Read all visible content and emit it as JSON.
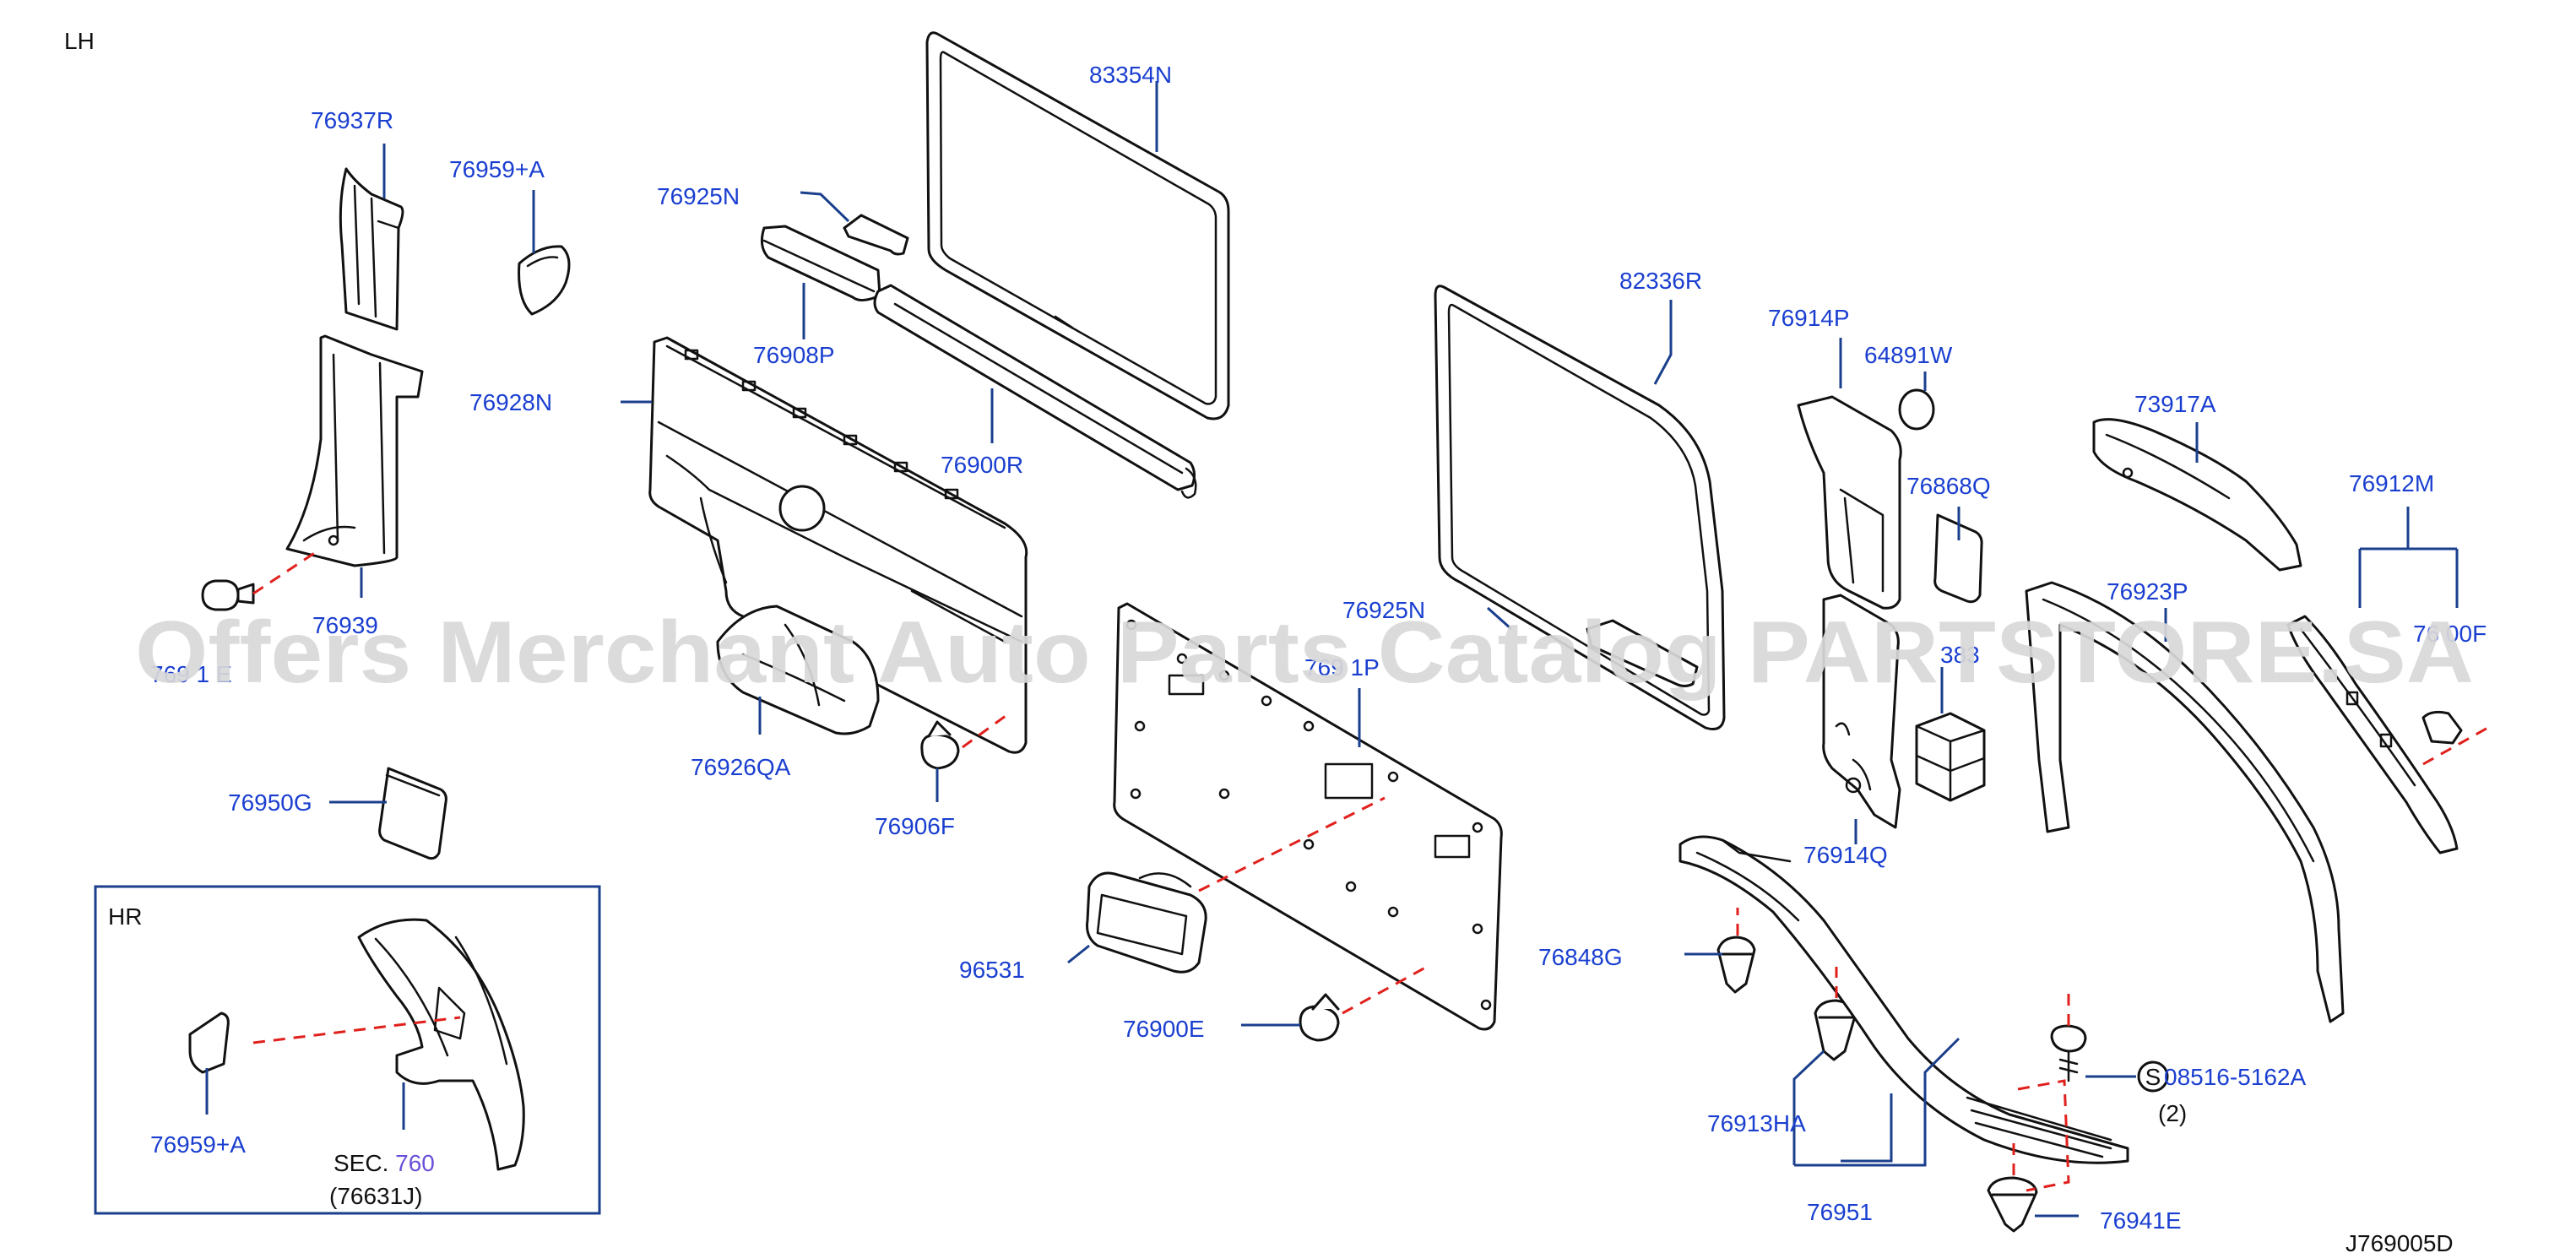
{
  "diagram_code": "J769005D",
  "section_lh": "LH",
  "section_hr": "HR",
  "sec_prefix": "SEC.",
  "sec_number": "760",
  "sec_ref": "(76631J)",
  "fastener_symbol": "S",
  "fastener_qty": "(2)",
  "watermark": "Offers Merchant Auto Parts Catalog PARTSTORE.SA",
  "colors": {
    "label": "#1a3fd0",
    "leader": "#1a3f8c",
    "dashed": "#e0201c",
    "sec_number": "#6a4fd8",
    "watermark": "#d9d9d9"
  },
  "labels": {
    "p76937R": "76937R",
    "p76959A": "76959+A",
    "p76925N_a": "76925N",
    "p83354N": "83354N",
    "p76908P": "76908P",
    "p76928N": "76928N",
    "p76900R": "76900R",
    "p82336R": "82336R",
    "p76914P": "76914P",
    "p64891W": "64891W",
    "p73917A": "73917A",
    "p76868Q": "76868Q",
    "p76912M": "76912M",
    "p76939": "76939",
    "p769x1E": "769 1 E",
    "p76925N_b": "76925N",
    "p76923P": "76923P",
    "p76900F": "76 00F",
    "p76911P": "769 1P",
    "p_383": "383",
    "p76926QA": "76926QA",
    "p76906F": "76906F",
    "p76950G": "76950G",
    "p76914Q": "76914Q",
    "p96531": "96531",
    "p76848G": "76848G",
    "p76900E": "76900E",
    "p08516": "08516-5162A",
    "p76959A_hr": "76959+A",
    "p76913HA": "76913HA",
    "p76951": "76951",
    "p76941E": "76941E"
  }
}
